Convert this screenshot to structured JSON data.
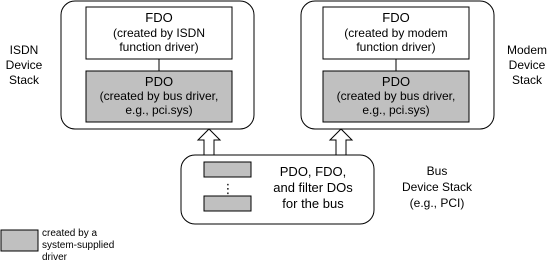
{
  "colors": {
    "pdo_fill": "#c0c0c0",
    "stroke": "#000000",
    "background": "#ffffff"
  },
  "isdn_stack": {
    "side_label": [
      "ISDN",
      "Device",
      "Stack"
    ],
    "fdo": [
      "FDO",
      "(created by ISDN",
      "function driver)"
    ],
    "pdo": [
      "PDO",
      "(created by bus driver,",
      "e.g., pci.sys)"
    ]
  },
  "modem_stack": {
    "side_label": [
      "Modem",
      "Device",
      "Stack"
    ],
    "fdo": [
      "FDO",
      "(created by modem",
      "function driver)"
    ],
    "pdo": [
      "PDO",
      "(created by bus driver,",
      "e.g., pci.sys)"
    ]
  },
  "bus_stack": {
    "content": [
      "PDO, FDO,",
      "and filter DOs",
      "for the bus"
    ],
    "ellipsis": "⋮",
    "side_label": [
      "Bus",
      "Device Stack",
      "(e.g., PCI)"
    ]
  },
  "legend": {
    "text": [
      "created by a",
      "system-supplied",
      "driver"
    ]
  }
}
